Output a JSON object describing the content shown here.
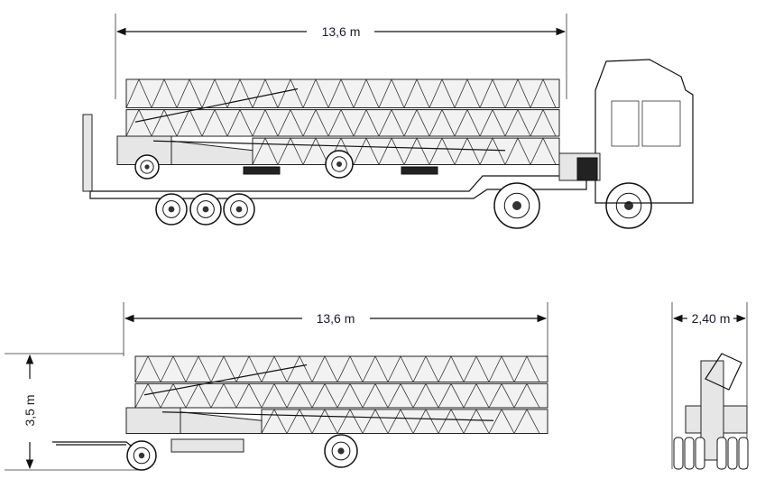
{
  "top_view": {
    "length_label": "13,6 m"
  },
  "bottom_view": {
    "length_label": "13,6 m",
    "height_label": "3,5 m"
  },
  "end_view": {
    "width_label": "2,40 m"
  }
}
